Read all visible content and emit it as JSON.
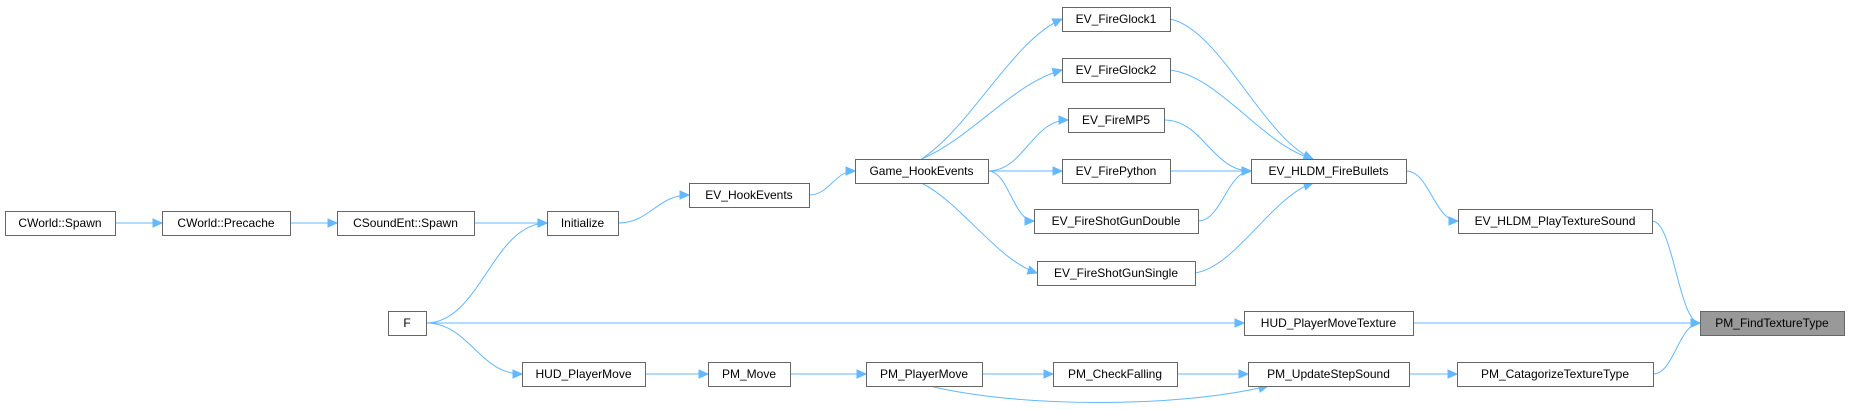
{
  "diagram": {
    "type": "call-graph",
    "target_node": "PM_FindTextureType",
    "colors": {
      "edge": "#63b8ff",
      "node_border": "#666666",
      "node_fill": "#ffffff",
      "highlight_fill": "#999999",
      "background": "#ffffff"
    },
    "nodes": [
      {
        "id": "cworld_spawn",
        "label": "CWorld::Spawn"
      },
      {
        "id": "cworld_precache",
        "label": "CWorld::Precache"
      },
      {
        "id": "csoundent_spawn",
        "label": "CSoundEnt::Spawn"
      },
      {
        "id": "initialize",
        "label": "Initialize"
      },
      {
        "id": "f",
        "label": "F"
      },
      {
        "id": "ev_hookevents",
        "label": "EV_HookEvents"
      },
      {
        "id": "game_hookevents",
        "label": "Game_HookEvents"
      },
      {
        "id": "ev_fireglock1",
        "label": "EV_FireGlock1"
      },
      {
        "id": "ev_fireglock2",
        "label": "EV_FireGlock2"
      },
      {
        "id": "ev_firemp5",
        "label": "EV_FireMP5"
      },
      {
        "id": "ev_firepython",
        "label": "EV_FirePython"
      },
      {
        "id": "ev_fireshotgundouble",
        "label": "EV_FireShotGunDouble"
      },
      {
        "id": "ev_fireshotgunsingle",
        "label": "EV_FireShotGunSingle"
      },
      {
        "id": "ev_hldm_firebullets",
        "label": "EV_HLDM_FireBullets"
      },
      {
        "id": "ev_hldm_playtexturesound",
        "label": "EV_HLDM_PlayTextureSound"
      },
      {
        "id": "hud_playermovetexture",
        "label": "HUD_PlayerMoveTexture"
      },
      {
        "id": "hud_playermove",
        "label": "HUD_PlayerMove"
      },
      {
        "id": "pm_move",
        "label": "PM_Move"
      },
      {
        "id": "pm_playermove",
        "label": "PM_PlayerMove"
      },
      {
        "id": "pm_checkfalling",
        "label": "PM_CheckFalling"
      },
      {
        "id": "pm_updatestepsound",
        "label": "PM_UpdateStepSound"
      },
      {
        "id": "pm_catagorizetexturetype",
        "label": "PM_CatagorizeTextureType"
      },
      {
        "id": "pm_findtexturetype",
        "label": "PM_FindTextureType"
      }
    ],
    "edges": [
      {
        "from": "cworld_spawn",
        "to": "cworld_precache"
      },
      {
        "from": "cworld_precache",
        "to": "csoundent_spawn"
      },
      {
        "from": "csoundent_spawn",
        "to": "initialize"
      },
      {
        "from": "f",
        "to": "initialize"
      },
      {
        "from": "initialize",
        "to": "ev_hookevents"
      },
      {
        "from": "ev_hookevents",
        "to": "game_hookevents"
      },
      {
        "from": "game_hookevents",
        "to": "ev_fireglock1"
      },
      {
        "from": "game_hookevents",
        "to": "ev_fireglock2"
      },
      {
        "from": "game_hookevents",
        "to": "ev_firemp5"
      },
      {
        "from": "game_hookevents",
        "to": "ev_firepython"
      },
      {
        "from": "game_hookevents",
        "to": "ev_fireshotgundouble"
      },
      {
        "from": "game_hookevents",
        "to": "ev_fireshotgunsingle"
      },
      {
        "from": "ev_fireglock1",
        "to": "ev_hldm_firebullets"
      },
      {
        "from": "ev_fireglock2",
        "to": "ev_hldm_firebullets"
      },
      {
        "from": "ev_firemp5",
        "to": "ev_hldm_firebullets"
      },
      {
        "from": "ev_firepython",
        "to": "ev_hldm_firebullets"
      },
      {
        "from": "ev_fireshotgundouble",
        "to": "ev_hldm_firebullets"
      },
      {
        "from": "ev_fireshotgunsingle",
        "to": "ev_hldm_firebullets"
      },
      {
        "from": "ev_hldm_firebullets",
        "to": "ev_hldm_playtexturesound"
      },
      {
        "from": "ev_hldm_playtexturesound",
        "to": "pm_findtexturetype"
      },
      {
        "from": "f",
        "to": "hud_playermovetexture"
      },
      {
        "from": "hud_playermovetexture",
        "to": "pm_findtexturetype"
      },
      {
        "from": "f",
        "to": "hud_playermove"
      },
      {
        "from": "hud_playermove",
        "to": "pm_move"
      },
      {
        "from": "pm_move",
        "to": "pm_playermove"
      },
      {
        "from": "pm_playermove",
        "to": "pm_checkfalling"
      },
      {
        "from": "pm_playermove",
        "to": "pm_updatestepsound"
      },
      {
        "from": "pm_checkfalling",
        "to": "pm_updatestepsound"
      },
      {
        "from": "pm_updatestepsound",
        "to": "pm_catagorizetexturetype"
      },
      {
        "from": "pm_catagorizetexturetype",
        "to": "pm_findtexturetype"
      }
    ]
  }
}
